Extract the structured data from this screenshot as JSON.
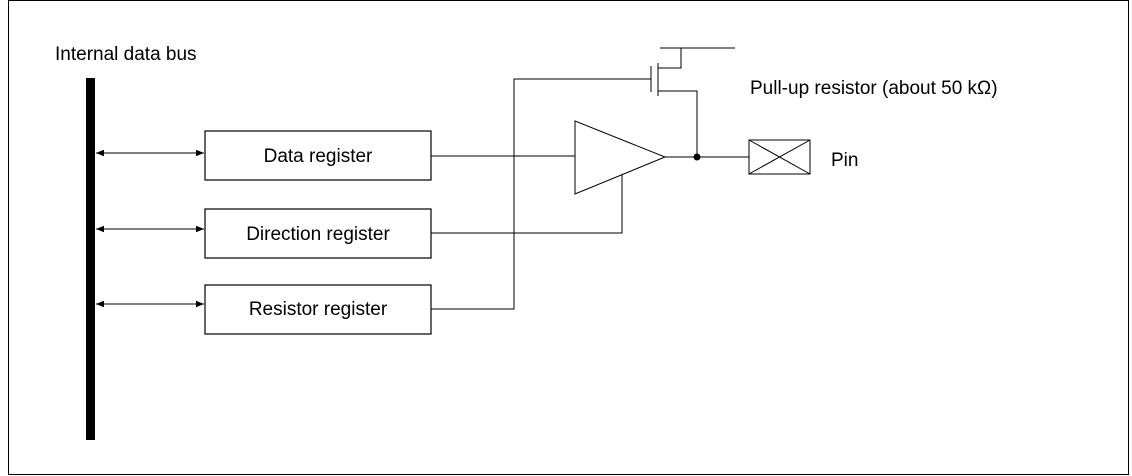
{
  "title": "",
  "labels": {
    "bus": "Internal data bus",
    "data_register": "Data register",
    "direction_register": "Direction register",
    "resistor_register": "Resistor register",
    "pull_up": "Pull-up resistor (about 50 kΩ)",
    "pin": "Pin"
  },
  "colors": {
    "line": "#000000",
    "background": "#ffffff"
  }
}
